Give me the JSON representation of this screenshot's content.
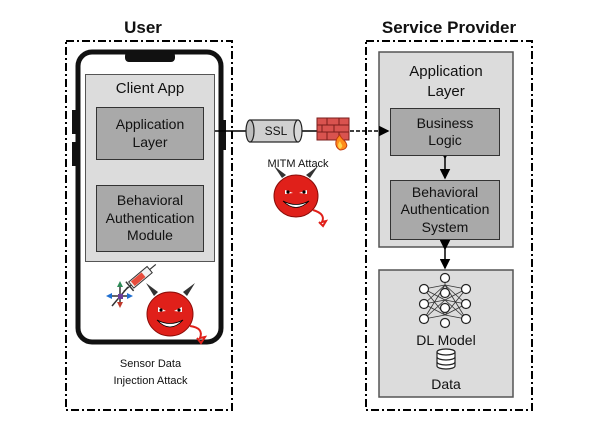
{
  "user_panel": {
    "title": "User",
    "client_app": "Client App",
    "app_layer": [
      "Application",
      "Layer"
    ],
    "behav_module": [
      "Behavioral",
      "Authentication",
      "Module"
    ],
    "attack_label": [
      "Sensor Data",
      "Injection Attack"
    ]
  },
  "provider_panel": {
    "title": "Service Provider",
    "app_layer": [
      "Application",
      "Layer"
    ],
    "business_logic": [
      "Business",
      "Logic"
    ],
    "behav_system": [
      "Behavioral",
      "Authentication",
      "System"
    ],
    "dl_model": "DL Model",
    "data_label": "Data"
  },
  "channel": {
    "ssl": "SSL",
    "mitm": "MITM Attack"
  },
  "colors": {
    "outer_gray": "#dcdcdc",
    "inner_gray": "#a9a9a9",
    "devil_red": "#e0201a",
    "firewall": "#d9534f"
  }
}
